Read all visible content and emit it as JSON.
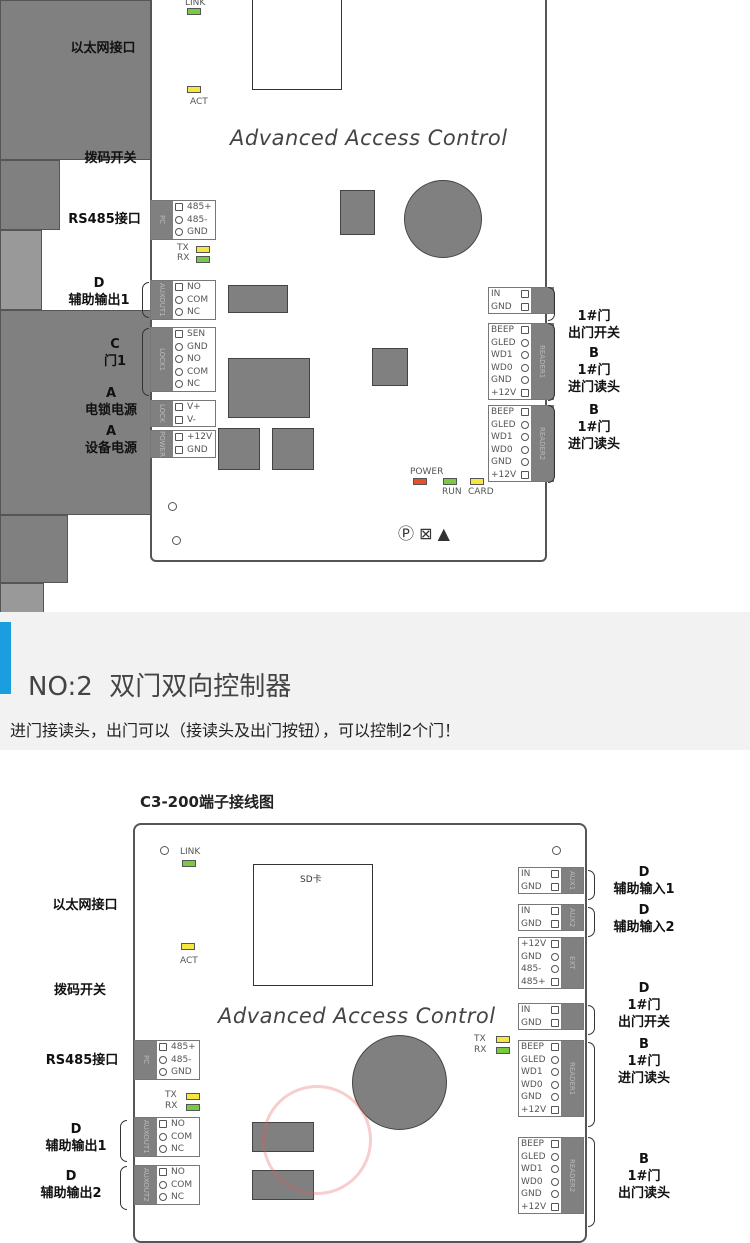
{
  "top_diagram": {
    "display_text": "Advanced Access Control",
    "led_labels": {
      "link": "LINK",
      "act": "ACT",
      "tx": "TX",
      "rx": "RX",
      "power": "POWER",
      "run": "RUN",
      "card": "CARD"
    },
    "left_labels": [
      {
        "line1": "",
        "line2": "以太网接口"
      },
      {
        "line1": "",
        "line2": "拨码开关"
      },
      {
        "line1": "",
        "line2": "RS485接口"
      },
      {
        "line1": "D",
        "line2": "辅助输出1"
      },
      {
        "line1": "C",
        "line2": "门1"
      },
      {
        "line1": "A",
        "line2": "电锁电源"
      },
      {
        "line1": "A",
        "line2": "设备电源"
      }
    ],
    "right_labels": [
      {
        "line1": "1#门",
        "line2": "出门开关"
      },
      {
        "line1": "B",
        "line2": "1#门",
        "line3": "进门读头"
      },
      {
        "line1": "B",
        "line2": "1#门",
        "line3": "进门读头"
      }
    ],
    "terminals": [
      {
        "tag": "PC",
        "pins": [
          "485+",
          "485-",
          "GND"
        ]
      },
      {
        "tag": "AUXOUT1",
        "pins": [
          "NO",
          "COM",
          "NC"
        ]
      },
      {
        "tag": "LOCK1",
        "pins": [
          "SEN",
          "GND",
          "NO",
          "COM",
          "NC"
        ]
      },
      {
        "tag": "LOCK",
        "pins": [
          "V+",
          "V-"
        ]
      },
      {
        "tag": "POWER",
        "pins": [
          "+12V",
          "GND"
        ]
      },
      {
        "tag": "",
        "pins": [
          "IN",
          "GND"
        ]
      },
      {
        "tag": "READER1",
        "pins": [
          "BEEP",
          "GLED",
          "WD1",
          "WD0",
          "GND",
          "+12V"
        ]
      },
      {
        "tag": "READER2",
        "pins": [
          "BEEP",
          "GLED",
          "WD1",
          "WD0",
          "GND",
          "+12V"
        ]
      }
    ]
  },
  "section": {
    "accent_color": "#1a9ee0",
    "title": "NO:2  双门双向控制器",
    "subtitle": "进门接读头，出门可以（接读头及出门按钮），可以控制2个门！"
  },
  "bottom_diagram": {
    "caption": "C3-200端子接线图",
    "display_text": "Advanced Access Control",
    "sd_label": "SD卡",
    "led_labels": {
      "link": "LINK",
      "act": "ACT",
      "tx": "TX",
      "rx": "RX",
      "tx2": "TX",
      "rx2": "RX"
    },
    "left_labels": [
      {
        "line1": "",
        "line2": "以太网接口"
      },
      {
        "line1": "",
        "line2": "拨码开关"
      },
      {
        "line1": "",
        "line2": "RS485接口"
      },
      {
        "line1": "D",
        "line2": "辅助输出1"
      },
      {
        "line1": "D",
        "line2": "辅助输出2"
      }
    ],
    "right_labels": [
      {
        "line1": "D",
        "line2": "辅助输入1"
      },
      {
        "line1": "D",
        "line2": "辅助输入2"
      },
      {
        "line1": "D",
        "line2": "1#门",
        "line3": "出门开关"
      },
      {
        "line1": "B",
        "line2": "1#门",
        "line3": "进门读头"
      },
      {
        "line1": "B",
        "line2": "1#门",
        "line3": "出门读头"
      }
    ],
    "terminals": [
      {
        "tag": "PC",
        "pins": [
          "485+",
          "485-",
          "GND"
        ]
      },
      {
        "tag": "AUXOUT1",
        "pins": [
          "NO",
          "COM",
          "NC"
        ]
      },
      {
        "tag": "AUXOUT2",
        "pins": [
          "NO",
          "COM",
          "NC"
        ]
      },
      {
        "tag": "AUX1",
        "pins": [
          "IN",
          "GND"
        ]
      },
      {
        "tag": "AUX2",
        "pins": [
          "IN",
          "GND"
        ]
      },
      {
        "tag": "EXT",
        "pins": [
          "+12V",
          "GND",
          "485-",
          "485+"
        ]
      },
      {
        "tag": "",
        "pins": [
          "IN",
          "GND"
        ]
      },
      {
        "tag": "READER1",
        "pins": [
          "BEEP",
          "GLED",
          "WD1",
          "WD0",
          "GND",
          "+12V"
        ]
      },
      {
        "tag": "READER2",
        "pins": [
          "BEEP",
          "GLED",
          "WD1",
          "WD0",
          "GND",
          "+12V"
        ]
      }
    ]
  }
}
